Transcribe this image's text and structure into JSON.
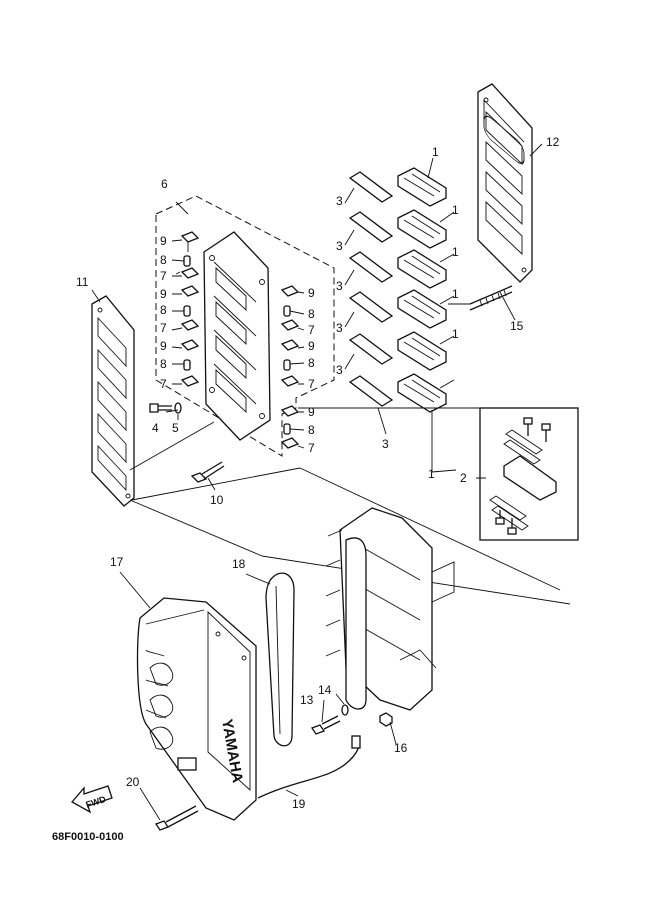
{
  "diagram": {
    "drawing_code": "68F0010-0100",
    "fwd_label": "FWD",
    "brand_on_cover": "YAMAHA",
    "callouts": [
      {
        "id": "c1a",
        "text": "1"
      },
      {
        "id": "c1b",
        "text": "1"
      },
      {
        "id": "c1c",
        "text": "1"
      },
      {
        "id": "c1d",
        "text": "1"
      },
      {
        "id": "c1e",
        "text": "1"
      },
      {
        "id": "c1f",
        "text": "1"
      },
      {
        "id": "c2",
        "text": "2"
      },
      {
        "id": "c3a",
        "text": "3"
      },
      {
        "id": "c3b",
        "text": "3"
      },
      {
        "id": "c3c",
        "text": "3"
      },
      {
        "id": "c3d",
        "text": "3"
      },
      {
        "id": "c3e",
        "text": "3"
      },
      {
        "id": "c3f",
        "text": "3"
      },
      {
        "id": "c4",
        "text": "4"
      },
      {
        "id": "c5",
        "text": "5"
      },
      {
        "id": "c6",
        "text": "6"
      },
      {
        "id": "c7a",
        "text": "7"
      },
      {
        "id": "c7b",
        "text": "7"
      },
      {
        "id": "c7c",
        "text": "7"
      },
      {
        "id": "c7d",
        "text": "7"
      },
      {
        "id": "c7e",
        "text": "7"
      },
      {
        "id": "c7f",
        "text": "7"
      },
      {
        "id": "c8a",
        "text": "8"
      },
      {
        "id": "c8b",
        "text": "8"
      },
      {
        "id": "c8c",
        "text": "8"
      },
      {
        "id": "c8d",
        "text": "8"
      },
      {
        "id": "c8e",
        "text": "8"
      },
      {
        "id": "c8f",
        "text": "8"
      },
      {
        "id": "c9a",
        "text": "9"
      },
      {
        "id": "c9b",
        "text": "9"
      },
      {
        "id": "c9c",
        "text": "9"
      },
      {
        "id": "c9d",
        "text": "9"
      },
      {
        "id": "c9e",
        "text": "9"
      },
      {
        "id": "c9f",
        "text": "9"
      },
      {
        "id": "c10",
        "text": "10"
      },
      {
        "id": "c11",
        "text": "11"
      },
      {
        "id": "c12",
        "text": "12"
      },
      {
        "id": "c13",
        "text": "13"
      },
      {
        "id": "c14",
        "text": "14"
      },
      {
        "id": "c15",
        "text": "15"
      },
      {
        "id": "c16",
        "text": "16"
      },
      {
        "id": "c17",
        "text": "17"
      },
      {
        "id": "c18",
        "text": "18"
      },
      {
        "id": "c19",
        "text": "19"
      },
      {
        "id": "c20",
        "text": "20"
      }
    ]
  }
}
